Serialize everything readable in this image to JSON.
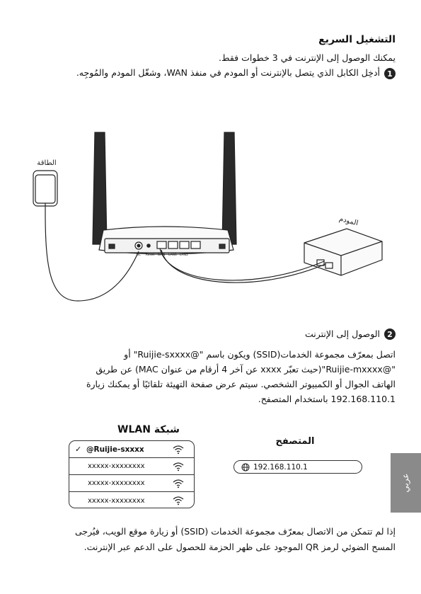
{
  "page": {
    "title": "التشغيل السريع",
    "intro": "يمكنك الوصول إلى الإنترنت في 3 خطوات فقط.",
    "step1": {
      "number": "1",
      "text": "أدخِل الكابل الذي يتصل بالإنترنت أو المودم في منفذ WAN، وشغّل المودم والمُوجِه."
    },
    "figure": {
      "power_label": "الطاقة",
      "modem_label": "المودم",
      "port_labels": [
        "DC",
        "Reset",
        "WAN",
        "LAN1",
        "LAN2"
      ]
    },
    "step2": {
      "number": "2",
      "heading": "الوصول إلى الإنترنت",
      "lines": [
        "اتصل بمعرّف مجموعة الخدمات(SSID) ويكون باسم \"@Ruijie-sxxxx\" أو",
        "\"@Ruijie-mxxxx\"(حيث تعبّر xxxx عن آخر 4 أرقام من عنوان MAC) عن طريق",
        "الهاتف الجوال أو الكمبيوتر الشخصي. سيتم عرض صفحة التهيئة تلقائيًا أو يمكنك زيارة",
        "192.168.110.1 باستخدام المتصفح."
      ]
    },
    "wlan": {
      "title": "شبكة WLAN",
      "networks": [
        {
          "ssid": "@Ruijie-sxxxx",
          "check": "✓",
          "icon": "wifi-icon"
        },
        {
          "ssid": "xxxxx-xxxxxxxx",
          "check": "",
          "icon": "wifi-icon"
        },
        {
          "ssid": "xxxxx-xxxxxxxx",
          "check": "",
          "icon": "wifi-icon"
        },
        {
          "ssid": "xxxxx-xxxxxxxx",
          "check": "",
          "icon": "wifi-icon"
        }
      ]
    },
    "browser": {
      "title": "المتصفح",
      "url": "192.168.110.1",
      "icon": "globe-icon"
    },
    "side_tab": "عربي",
    "footer": [
      "إذا لم تتمكن من الاتصال بمعرّف مجموعة الخدمات (SSID) أو زيارة موقع الويب، فيُرجى",
      "المسح الضوئي لرمز QR الموجود على ظهر الحزمة للحصول على الدعم عبر الإنترنت."
    ]
  }
}
